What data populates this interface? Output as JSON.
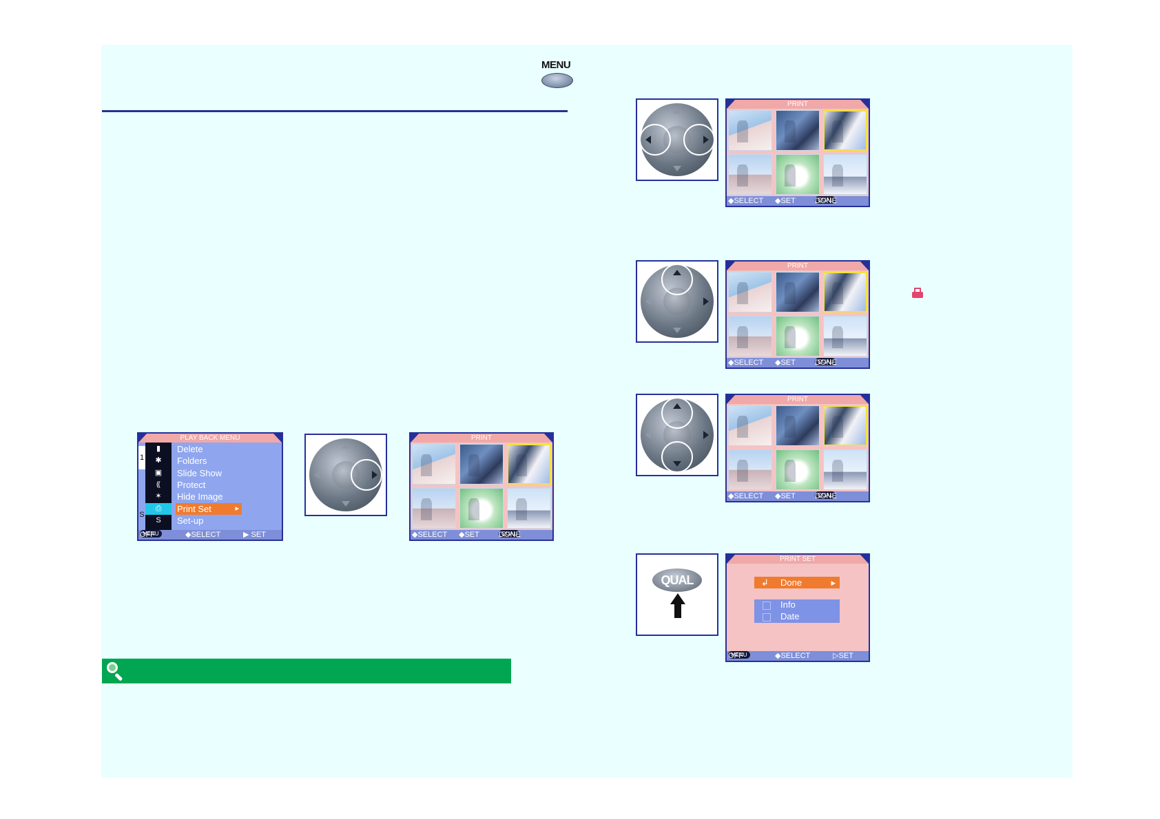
{
  "menu_button": {
    "label": "MENU"
  },
  "playback_menu": {
    "title": "PLAY BACK MENU",
    "tab_number": "1",
    "side_letter": "S",
    "items": [
      {
        "icon": "▮",
        "label": "Delete"
      },
      {
        "icon": "✱",
        "label": "Folders"
      },
      {
        "icon": "▣",
        "label": "Slide Show"
      },
      {
        "icon": "⸨",
        "label": "Protect"
      },
      {
        "icon": "✶",
        "label": "Hide Image"
      },
      {
        "icon": "⎙",
        "label": "Print Set"
      },
      {
        "icon": "S",
        "label": "Set-up"
      }
    ],
    "selected_index": 5,
    "footer": {
      "menu_pill": "MENU",
      "off": "OFF",
      "select": "◆SELECT",
      "set": "▶ SET"
    }
  },
  "print_screen": {
    "title": "PRINT",
    "footer": {
      "select": "◆SELECT",
      "set": "◆SET",
      "qual_pill": "QUAL",
      "done": "DONE"
    }
  },
  "print_set_screen": {
    "title": "PRINT SET",
    "done_icon": "↲",
    "done_label": "Done",
    "options": [
      "Info",
      "Date"
    ],
    "footer": {
      "menu_pill": "MENU",
      "off": "OFF",
      "select": "◆SELECT",
      "set": "▷SET"
    }
  },
  "qual_button": {
    "label": "QUAL"
  },
  "colors": {
    "page_bg": "#eaffff",
    "rule": "#2a2f8c",
    "note_bar": "#00a651",
    "screen_bg": "#f5c3c3",
    "highlight_orange": "#f07b2e",
    "print_icon": "#e2466e"
  }
}
